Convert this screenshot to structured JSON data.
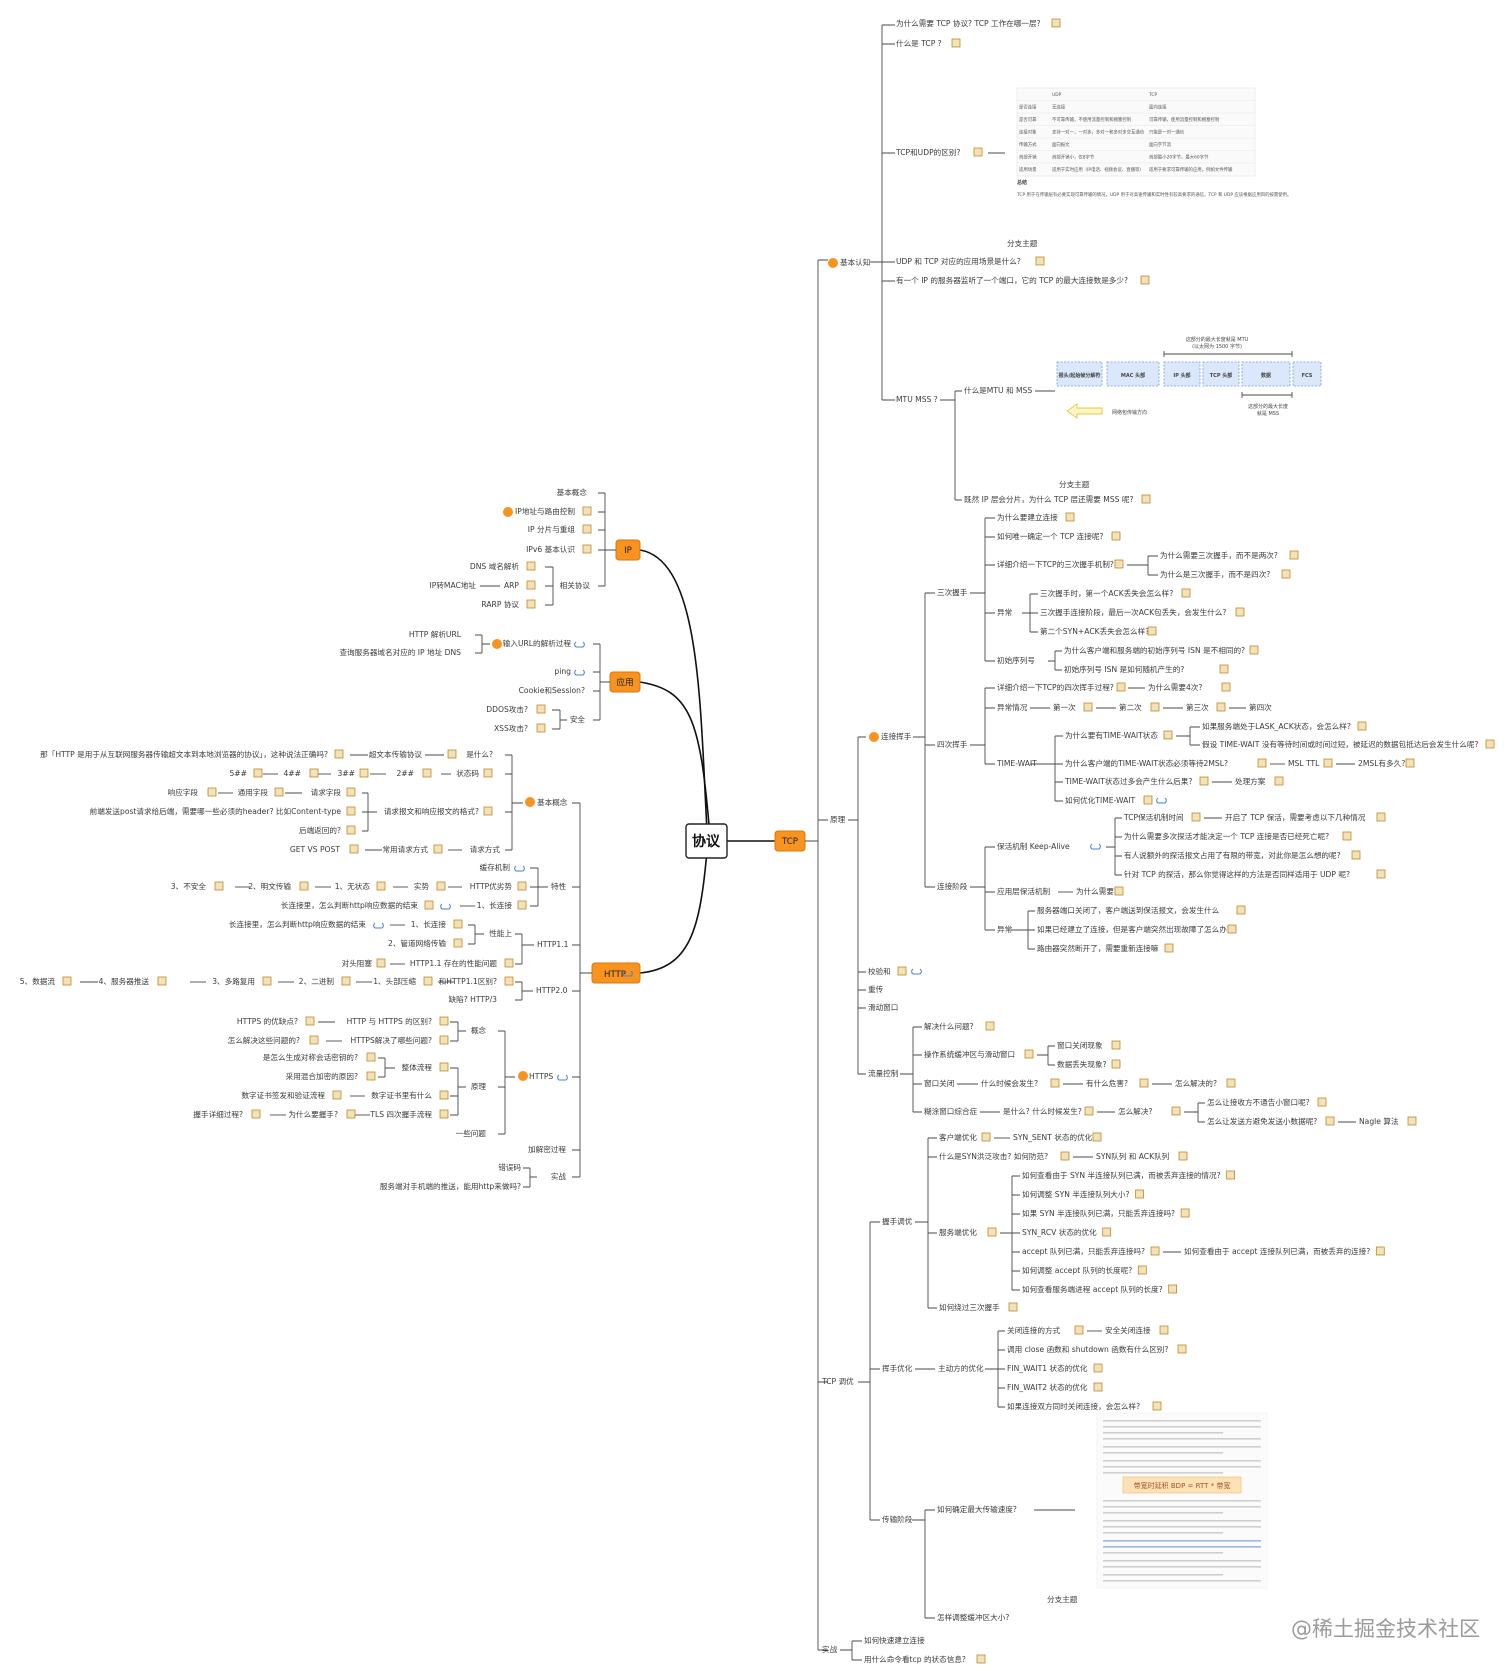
{
  "root": "协议",
  "branches": {
    "tcp": "TCP",
    "ip": "IP",
    "app": "应用",
    "http": "HTTP"
  },
  "tcp": {
    "basic": "基本认知",
    "basic_items": [
      "为什么需要 TCP 协议? TCP 工作在哪一层?",
      "什么是 TCP ?",
      "TCP和UDP的区别?",
      "UDP 和 TCP 对应的应用场景是什么?",
      "有一个 IP 的服务器监听了一个端口，它的 TCP 的最大连接数是多少?",
      "MTU MSS ?"
    ],
    "mtu_items": [
      "什么是MTU 和 MSS",
      "既然 IP 层会分片，为什么 TCP 层还需要 MSS 呢?"
    ],
    "subtopic": "分支主题",
    "udp_table": {
      "cols": [
        "",
        "UDP",
        "TCP"
      ],
      "rows": [
        [
          "是否连接",
          "无连接",
          "面向连接"
        ],
        [
          "是否可靠",
          "不可靠传输，不使用流量控制和拥塞控制",
          "可靠传输，使用流量控制和拥塞控制"
        ],
        [
          "连接对象",
          "支持一对一，一对多，多对一和多对多交互通信",
          "只能是一对一通信"
        ],
        [
          "传输方式",
          "面向报文",
          "面向字节流"
        ],
        [
          "首部开销",
          "首部开销小，仅8字节",
          "首部最小20字节，最大60字节"
        ],
        [
          "适用场景",
          "适用于实时应用（IP电话、视频会议、直播等）",
          "适用于要求可靠传输的应用，例如文件传输"
        ]
      ],
      "summary_title": "总结",
      "summary": "TCP 用于在传输层有必要实现可靠传输的情况，UDP 用于对高速传输和实时性有较高要求的通信，TCP 和 UDP 应该根据应用目的按需使用。"
    },
    "mtu_diagram": {
      "top": "这部分的最大长度就是 MTU",
      "top2": "(以太网为 1500 字节)",
      "cells": [
        "报头/起始帧分解符",
        "MAC 头部",
        "IP 头部",
        "TCP 头部",
        "数据",
        "FCS"
      ],
      "bottom": "这部分的最大长度",
      "bottom2": "就是 MSS",
      "dir": "网络包传输方向"
    },
    "principle": "原理",
    "handshake": "三次握手",
    "hs_items": [
      "为什么要建立连接",
      "如何唯一确定一个 TCP 连接呢?",
      "详细介绍一下TCP的三次握手机制?",
      "异常",
      "初始序列号"
    ],
    "hs_why": [
      "为什么需要三次握手，而不是两次?",
      "为什么是三次握手，而不是四次?"
    ],
    "hs_err": [
      "三次握手时，第一个ACK丢失会怎么样?",
      "三次握手连接阶段，最后一次ACK包丢失，会发生什么?",
      "第二个SYN+ACK丢失会怎么样?"
    ],
    "hs_isn": [
      "为什么客户端和服务端的初始序列号 ISN 是不相同的?",
      "初始序列号 ISN 是如何随机产生的?"
    ],
    "wave": "连接挥手",
    "four": "四次挥手",
    "four_items": [
      "详细介绍一下TCP的四次挥手过程?",
      "异常情况",
      "TIME-WAIT"
    ],
    "four_why": "为什么需要4次?",
    "four_err": [
      "第一次",
      "第二次",
      "第三次",
      "第四次"
    ],
    "tw_items": [
      "为什么要有TIME-WAIT状态",
      "为什么客户端的TIME-WAIT状态必须等待2MSL?",
      "TIME-WAIT状态过多会产生什么后果?",
      "如何优化TIME-WAIT"
    ],
    "tw_sub": [
      "如果服务端处于LASK_ACK状态，会怎么样?",
      "假设 TIME-WAIT 没有等待时间或时间过短，被延迟的数据包抵达后会发生什么呢?"
    ],
    "tw_msl": [
      "MSL TTL",
      "2MSL有多久?"
    ],
    "tw_fix": "处理方案",
    "conn": "连接阶段",
    "keepalive": "保活机制 Keep-Alive",
    "ka_items": [
      "TCP保活机制时间",
      "为什么需要多次探活才能决定一个 TCP 连接是否已经死亡呢?",
      "有人说额外的探活报文占用了有限的带宽，对此你是怎么想的呢?",
      "针对 TCP 的探活，那么你觉得这样的方法是否同样适用于 UDP 呢?"
    ],
    "ka_sub": "开启了 TCP 保活，需要考虑以下几种情况",
    "app_ka": "应用层保活机制",
    "app_ka_q": "为什么需要?",
    "conn_err": "异常",
    "conn_err_items": [
      "服务器端口关闭了，客户端送到保活报文，会发生什么",
      "如果已经建立了连接，但是客户端突然出现故障了怎么办?",
      "路由器突然断开了，需要重新连接嘛"
    ],
    "checksum": "校验和",
    "retrans": "重传",
    "window": "滑动窗口",
    "flow": "流量控制",
    "flow_items": [
      "解决什么问题?",
      "操作系统缓冲区与滑动窗口",
      "窗口关闭",
      "糊涂窗口综合症"
    ],
    "flow_buf": [
      "窗口关闭现象",
      "数据丢失现象?"
    ],
    "flow_close": [
      "什么时候会发生?",
      "有什么危害?",
      "怎么解决的?"
    ],
    "flow_silly": [
      "是什么? 什么时候发生?",
      "怎么解决?"
    ],
    "flow_silly_sub": [
      "怎么让接收方不通告小窗口呢?",
      "怎么让发送方避免发送小数据呢?"
    ],
    "nagle": "Nagle 算法",
    "tuning": "TCP 调优",
    "hs_tune": "握手调优",
    "hs_tune_items": [
      "客户端优化",
      "什么是SYN洪泛攻击? 如何防范?",
      "服务端优化",
      "如何绕过三次握手"
    ],
    "client_opt": "SYN_SENT 状态的优化",
    "syn_q": "SYN队列 和 ACK队列",
    "srv_opt": [
      "如何查看由于 SYN 半连接队列已满，而被丢弃连接的情况?",
      "如何调整 SYN 半连接队列大小?",
      "如果 SYN 半连接队列已满，只能丢弃连接吗?",
      "SYN_RCV 状态的优化",
      "accept 队列已满，只能丢弃连接吗?",
      "如何调整 accept 队列的长度呢?",
      "如何查看服务端进程 accept 队列的长度?"
    ],
    "accept_drop": "如何查看由于 accept 连接队列已满，而被丢弃的连接?",
    "wave_tune": "挥手优化",
    "active_opt": "主动方的优化",
    "wave_tune_items": [
      "关闭连接的方式",
      "调用 close 函数和 shutdown 函数有什么区别?",
      "FIN_WAIT1 状态的优化",
      "FIN_WAIT2 状态的优化",
      "如果连接双方同时关闭连接，会怎么样?"
    ],
    "safe_close": "安全关闭连接",
    "trans": "传输阶段",
    "trans_items": [
      "如何确定最大传输速度?",
      "怎样调整缓冲区大小?"
    ],
    "bdp": "带宽时延积 BDP = RTT * 带宽",
    "practice": "实战",
    "practice_items": [
      "如何快速建立连接",
      "用什么命令看tcp 的状态信息?"
    ]
  },
  "ip": {
    "items": [
      "基本概念",
      "IP地址与路由控制",
      "IP 分片与重组",
      "IPv6 基本认识",
      "相关协议"
    ],
    "proto": [
      "DNS 域名解析",
      "ARP",
      "RARP 协议"
    ],
    "arp_q": "IP转MAC地址"
  },
  "app": {
    "items": [
      "输入URL的解析过程",
      "ping",
      "Cookie和Session?",
      "安全"
    ],
    "url": [
      "HTTP 解析URL",
      "查询服务器域名对应的 IP 地址 DNS"
    ],
    "sec": [
      "DDOS攻击?",
      "XSS攻击?"
    ]
  },
  "http": {
    "concept": "基本概念",
    "concept_items": [
      "是什么?",
      "状态码",
      "请求报文和响应报文的格式?",
      "请求方式"
    ],
    "what": [
      "超文本传输协议"
    ],
    "what_q": "那「HTTP 是用于从互联网服务器传输超文本到本地浏览器的协议」，这种说法正确吗?",
    "codes": [
      "2##",
      "3##",
      "4##",
      "5##"
    ],
    "msg_items": [
      "请求字段",
      "通用字段",
      "响应字段"
    ],
    "msg_q": [
      "前端发送post请求给后端，需要哪一些必须的header? 比如Content-type",
      "后端返回的?"
    ],
    "method": "常用请求方式",
    "getpost": "GET VS POST",
    "feature": "特性",
    "feature_items": [
      "缓存机制",
      "HTTP优劣势",
      "长连接里，怎么判断http响应数据的结束"
    ],
    "pros": [
      "实势",
      "1、无状态",
      "2、明文传输",
      "3、不安全"
    ],
    "longconn": "1、长连接",
    "h11": "HTTP1.1",
    "h11_items": [
      "性能上",
      "HTTP1.1 存在的性能问题"
    ],
    "perf": [
      "1、长连接",
      "2、管道网络传输"
    ],
    "perf_q": "长连接里，怎么判断http响应数据的结束",
    "hol": "对头阻塞",
    "h2": "HTTP2.0",
    "h2_items": [
      "和HTTP1.1区别?",
      "缺陷? HTTP/3"
    ],
    "h2_diff": [
      "1、头部压缩",
      "2、二进制",
      "3、多路复用",
      "4、服务器推送",
      "5、数据流"
    ],
    "https": "HTTPS",
    "https_concept": "概念",
    "https_concept_items": [
      "HTTP 与 HTTPS 的区别?",
      "HTTPS解决了哪些问题?"
    ],
    "https_c_q": [
      "HTTPS 的优缺点?",
      "怎么解决这些问题的?"
    ],
    "https_principle": "原理",
    "https_p_items": [
      "整体流程",
      "数字证书里有什么",
      "TLS 四次握手流程"
    ],
    "https_p_q": [
      "是怎么生成对称会话密钥的?",
      "采用混合加密的原因?",
      "数字证书签发和验证流程",
      "为什么要握手?",
      "握手详细过程?"
    ],
    "https_issue": "一些问题",
    "decrypt": "加解密过程",
    "practice": "实战",
    "practice_items": [
      "错误码",
      "服务端对手机端的推送，能用http来做吗?"
    ]
  },
  "watermark": "@稀土掘金技术社区"
}
